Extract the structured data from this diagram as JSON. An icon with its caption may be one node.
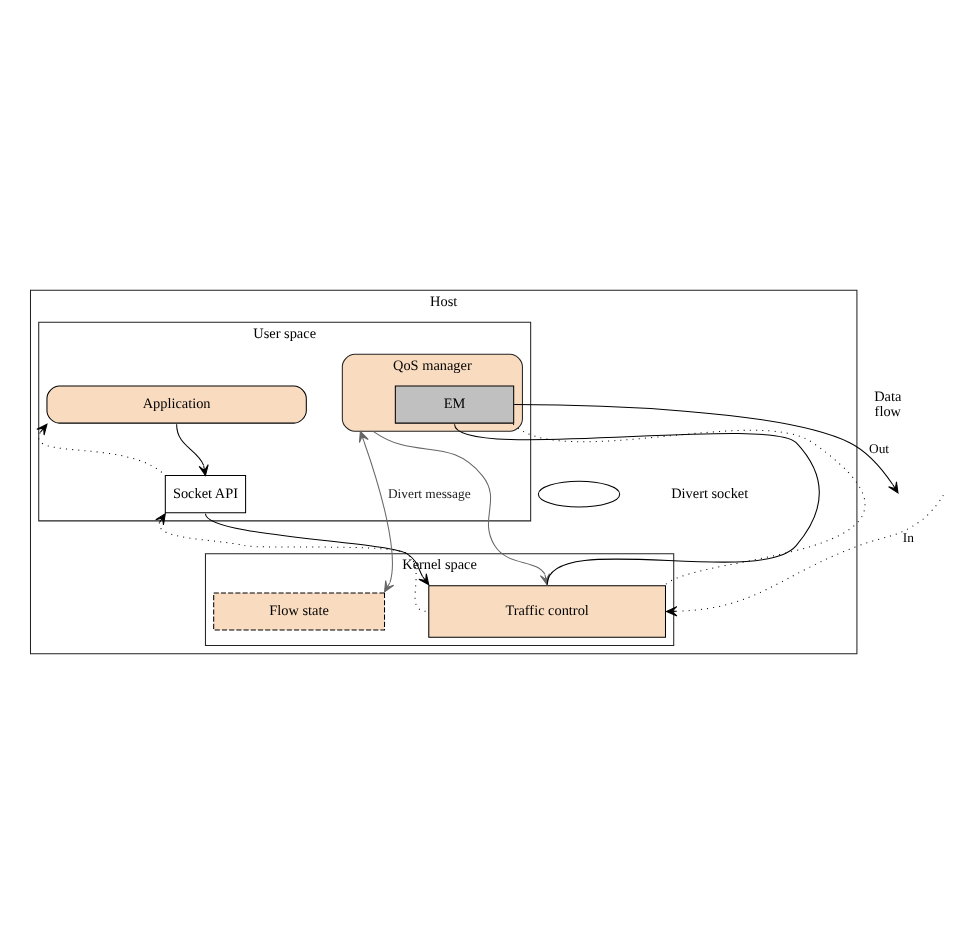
{
  "diagram": {
    "nodes": [
      {
        "text": [
          "Host"
        ]
      },
      {
        "text": [
          "User space"
        ],
        "in": 0
      },
      {
        "text": [
          "Application"
        ],
        "in": 1
      },
      {
        "text": [
          "Socket API"
        ],
        "in": 1
      },
      {
        "text": [
          "QoS manager"
        ],
        "in": 1
      },
      {
        "text": [
          "EM"
        ],
        "in": 4
      },
      {
        "text": [
          "Kernel space"
        ],
        "in": 0
      },
      {
        "text": [
          "Flow state"
        ],
        "in": 6
      },
      {
        "text": [
          "Traffic control"
        ],
        "in": 6
      },
      {
        "text": [],
        "shape": "ellipse",
        "beside": [
          "Divert socket"
        ],
        "in": 0
      }
    ],
    "edges": [
      {
        "from": 2,
        "to": 3,
        "arrow": "to"
      },
      {
        "from": 3,
        "to": 8,
        "arrow": "to"
      },
      {
        "from": 4,
        "to": 7,
        "arrow": "both",
        "label": "Divert message",
        "color": "#666666"
      },
      {
        "from": 4,
        "to": 8,
        "arrow": "to",
        "color": "#666666"
      },
      {
        "from": 8,
        "to": 5,
        "arrow": "none"
      },
      {
        "from": 5,
        "to": null,
        "arrow": "to",
        "label": "Out"
      },
      {
        "from": null,
        "to": 8,
        "arrow": "to",
        "label": "In",
        "style": "dashed"
      },
      {
        "from": 8,
        "to": 5,
        "arrow": "none",
        "style": "dashed"
      },
      {
        "from": 8,
        "to": 3,
        "arrow": "to",
        "style": "dashed"
      },
      {
        "from": 3,
        "to": 2,
        "arrow": "to",
        "style": "dashed"
      }
    ],
    "labels": [
      "Data flow"
    ]
  }
}
